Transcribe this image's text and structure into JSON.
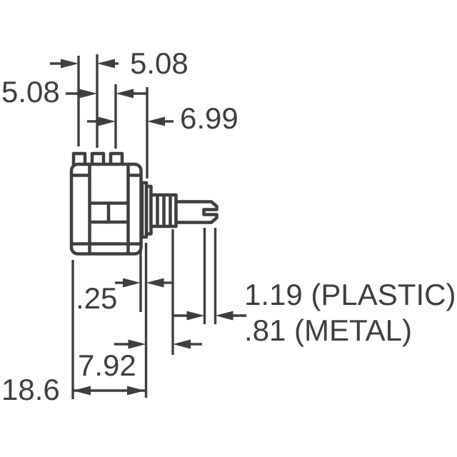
{
  "drawing": {
    "background": "#ffffff",
    "line_color": "#3e3e3e",
    "part": "potentiometer-side-view",
    "dimensions": {
      "pin_pitch_top": "5.08",
      "pin_pitch_left": "5.08",
      "pin_to_mounting_face": "6.99",
      "flange_offset": ".25",
      "slot_depth_plastic": "1.19 (PLASTIC)",
      "slot_depth_metal": ".81 (METAL)",
      "bushing_length": "7.92",
      "body_depth": "18.6"
    }
  }
}
